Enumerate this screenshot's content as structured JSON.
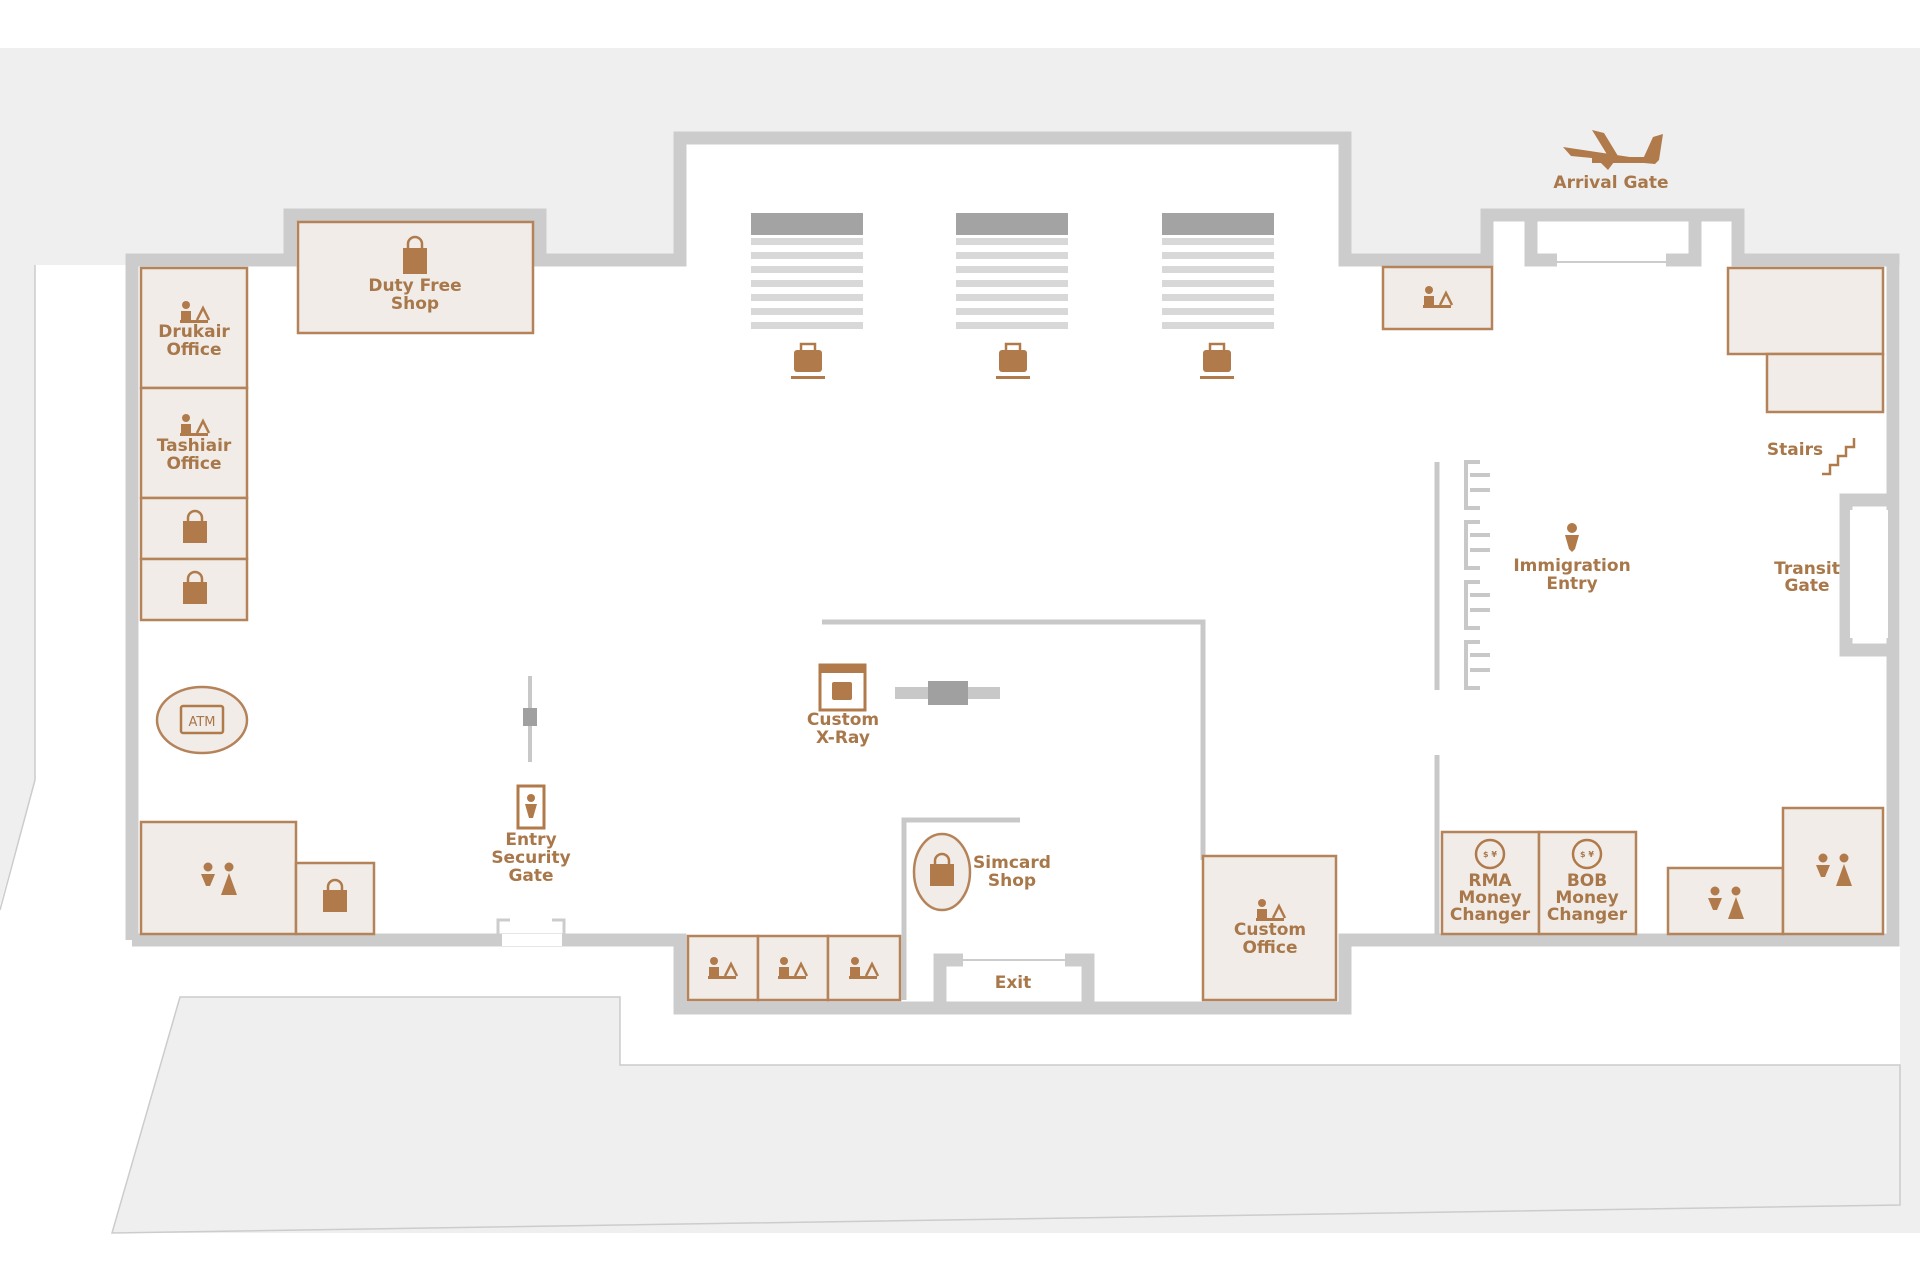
{
  "labels": {
    "arrival_gate": "Arrival Gate",
    "duty_free_shop": [
      "Duty Free",
      "Shop"
    ],
    "drukair_office": [
      "Drukair",
      "Office"
    ],
    "tashiair_office": [
      "Tashiair",
      "Office"
    ],
    "atm": "ATM",
    "entry_security_gate": [
      "Entry",
      "Security",
      "Gate"
    ],
    "custom_xray": [
      "Custom",
      "X-Ray"
    ],
    "simcard_shop": [
      "Simcard",
      "Shop"
    ],
    "exit": "Exit",
    "custom_office": [
      "Custom",
      "Office"
    ],
    "rma_money_changer": [
      "RMA",
      "Money",
      "Changer"
    ],
    "bob_money_changer": [
      "BOB",
      "Money",
      "Changer"
    ],
    "immigration_entry": [
      "Immigration",
      "Entry"
    ],
    "stairs": "Stairs",
    "transit_gate": [
      "Transit",
      "Gate"
    ]
  },
  "colors": {
    "accent": "#b07a4a",
    "room_fill": "#f1ece8",
    "wall": "#cccccc",
    "outside": "#efefef"
  },
  "icons": [
    "airplane-landing-icon",
    "shopping-bag-icon",
    "office-desk-icon",
    "luggage-icon",
    "restroom-icon",
    "atm-icon",
    "metal-detector-icon",
    "xray-scanner-icon",
    "currency-exchange-icon",
    "immigration-officer-icon",
    "stairs-icon"
  ]
}
